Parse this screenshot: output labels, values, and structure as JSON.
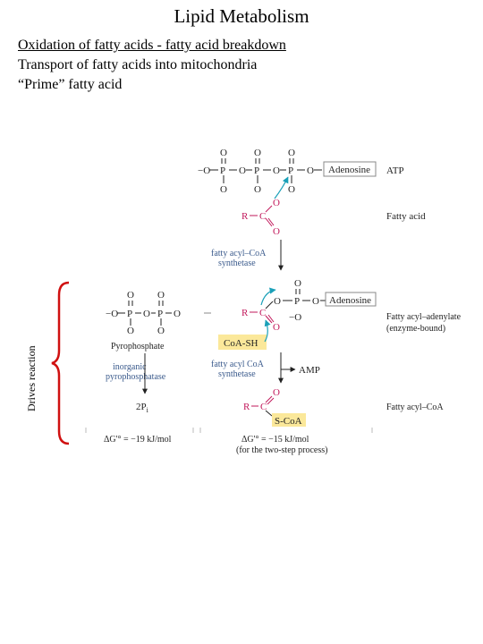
{
  "slide": {
    "title": "Lipid Metabolism",
    "lines": [
      "Oxidation of fatty acids - fatty acid breakdown",
      "Transport of fatty acids into mitochondria",
      "“Prime” fatty acid"
    ],
    "side_label": "Drives reaction"
  },
  "diagram": {
    "atp_label": "ATP",
    "fatty_acid_label": "Fatty acid",
    "adenosine": "Adenosine",
    "r_group": "R",
    "carbon": "C",
    "oxygen": "O",
    "phosphorus": "P",
    "anion": "−O",
    "enzyme1": [
      "fatty acyl–CoA",
      "synthetase"
    ],
    "adenylate_label": [
      "Fatty acyl–adenylate",
      "(enzyme-bound)"
    ],
    "pyrophosphate": "Pyrophosphate",
    "coash": "CoA-SH",
    "enzyme2": [
      "fatty acyl CoA",
      "synthetase"
    ],
    "amp": "AMP",
    "ppase": [
      "inorganic",
      "pyrophosphatase"
    ],
    "two_pi": "2P",
    "two_pi_sub": "i",
    "scoa": "S-CoA",
    "acyl_coa_label": "Fatty acyl–CoA",
    "dg1": "ΔG'° = −19 kJ/mol",
    "dg2": [
      "ΔG'° = −15 kJ/mol",
      "(for the two-step process)"
    ],
    "colors": {
      "r_group": "#c2185b",
      "highlight": "#fbe89a",
      "arrow": "#1aa0b8",
      "brace": "#d01010"
    }
  }
}
